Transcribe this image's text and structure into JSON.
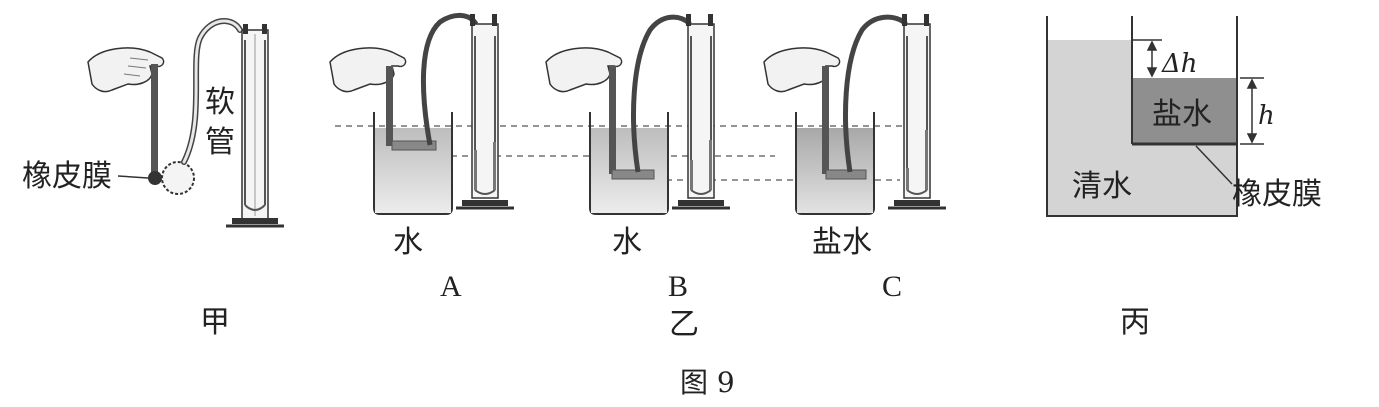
{
  "figure_caption": "图 9",
  "panel_jia": {
    "label": "甲",
    "callout_tube": "软管",
    "callout_tube_chars": [
      "软",
      "管"
    ],
    "callout_membrane": "橡皮膜"
  },
  "panel_yi": {
    "label": "乙",
    "setups": [
      {
        "tag": "A",
        "liquid": "水"
      },
      {
        "tag": "B",
        "liquid": "水"
      },
      {
        "tag": "C",
        "liquid": "盐水"
      }
    ]
  },
  "panel_bing": {
    "label": "丙",
    "clear_water": "清水",
    "salt_water": "盐水",
    "membrane": "橡皮膜",
    "delta_h": "Δh",
    "h": "h"
  },
  "colors": {
    "ink": "#222222",
    "liquid_light": "#d9d9d9",
    "liquid_dark": "#9a9a9a",
    "salt_block": "#8f8f8f",
    "tank_water": "#d4d4d4"
  },
  "icons": [
    "hand-icon",
    "rubber-membrane-icon",
    "u-tube-manometer-icon",
    "beaker-icon"
  ]
}
